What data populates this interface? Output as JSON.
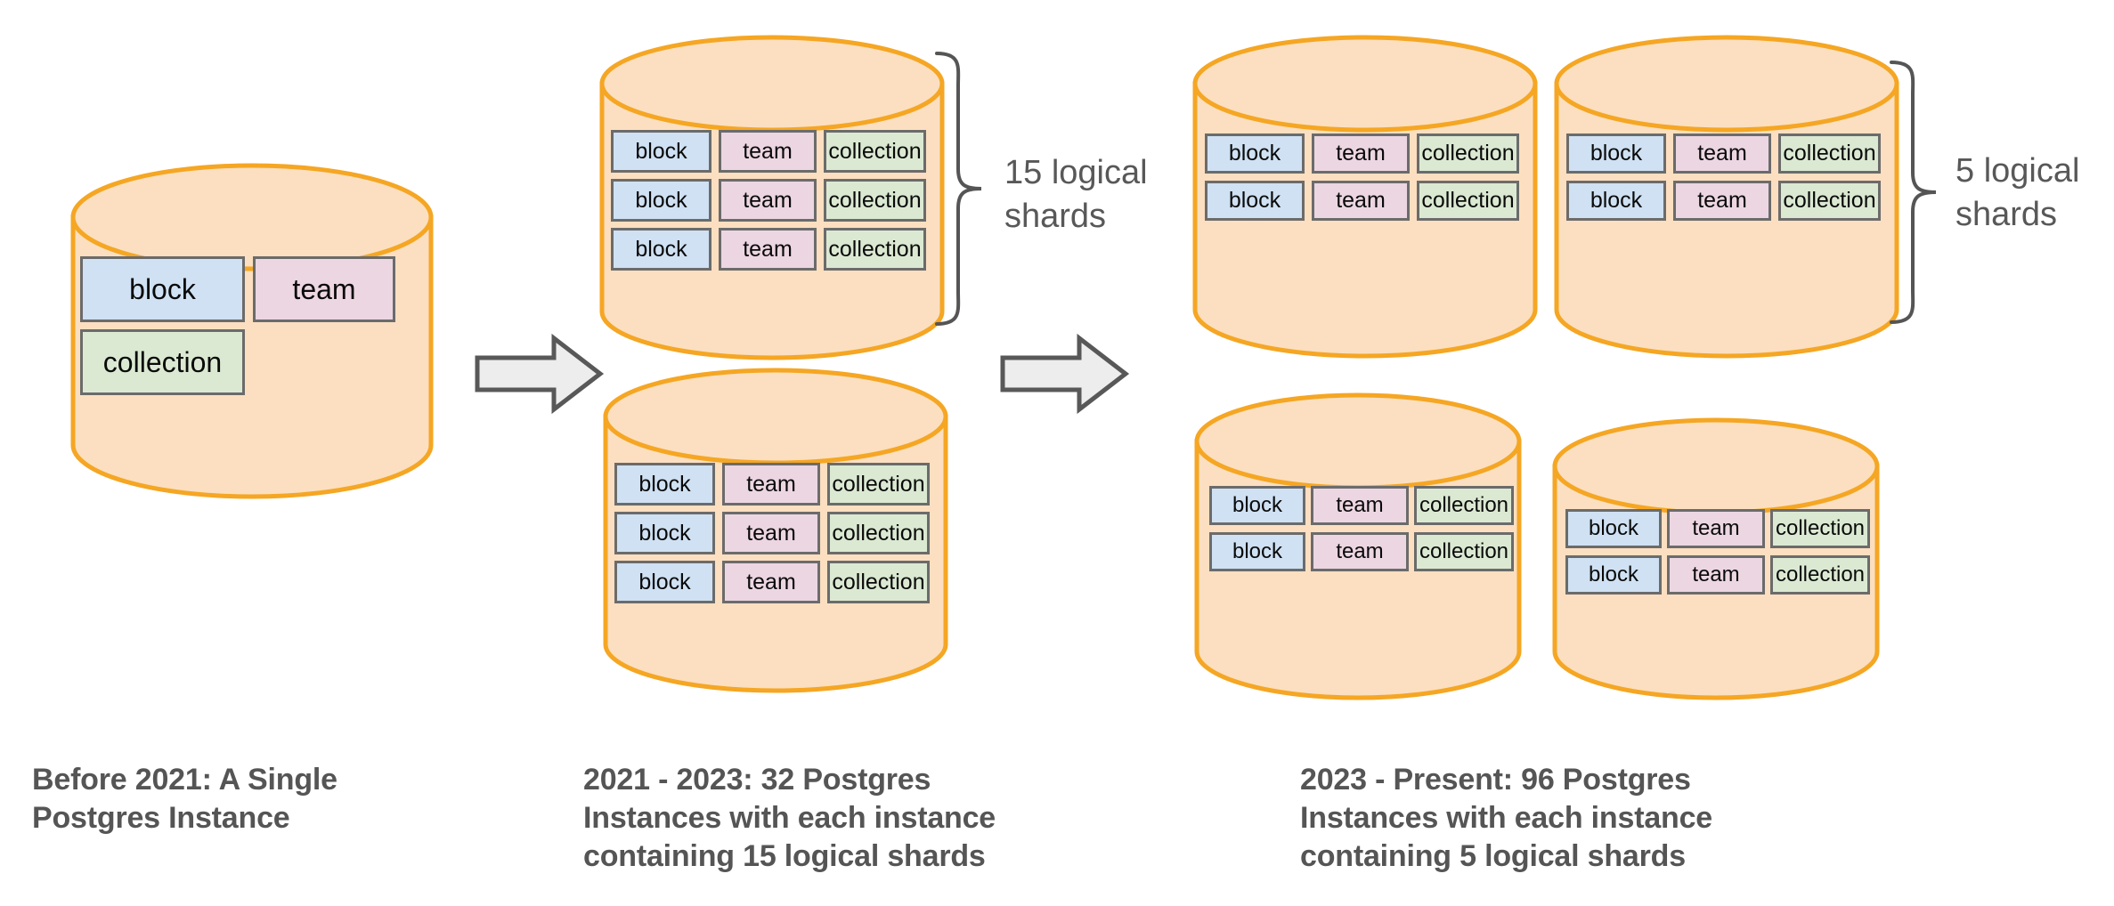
{
  "diagram": {
    "title_semantic": "notion-postgres-sharding-evolution",
    "palette": {
      "cylinder_fill": "#fbdfc0",
      "cylinder_stroke": "#f5a623",
      "shard_border": "#6b6b6b",
      "shard_block_fill": "#cfe1f3",
      "shard_team_fill": "#ecd6e2",
      "shard_collection_fill": "#dbe9d2",
      "arrow_fill": "#ededed",
      "arrow_stroke": "#585858",
      "brace_stroke": "#555555",
      "caption_color": "#555555",
      "background": "#ffffff"
    },
    "shard_labels": {
      "block": "block",
      "team": "team",
      "collection": "collection"
    },
    "stages": [
      {
        "id": "stage-1",
        "caption": "Before 2021: A Single\nPostgres Instance",
        "instances": 1,
        "shard_rows": [
          [
            "block",
            "team"
          ],
          [
            "collection"
          ]
        ],
        "annotation": null
      },
      {
        "id": "stage-2",
        "caption": "2021 - 2023: 32 Postgres\nInstances with each instance\ncontaining 15 logical shards",
        "instances": 2,
        "shard_rows": [
          [
            "block",
            "team",
            "collection"
          ],
          [
            "block",
            "team",
            "collection"
          ],
          [
            "block",
            "team",
            "collection"
          ]
        ],
        "annotation": "15 logical\nshards"
      },
      {
        "id": "stage-3",
        "caption": "2023 - Present: 96 Postgres\nInstances with each instance\ncontaining 5 logical shards",
        "instances": 4,
        "shard_rows": [
          [
            "block",
            "team",
            "collection"
          ],
          [
            "block",
            "team",
            "collection"
          ]
        ],
        "annotation": "5 logical\nshards"
      }
    ],
    "arrows": [
      {
        "id": "arrow-1",
        "direction": "right"
      },
      {
        "id": "arrow-2",
        "direction": "right"
      }
    ]
  }
}
